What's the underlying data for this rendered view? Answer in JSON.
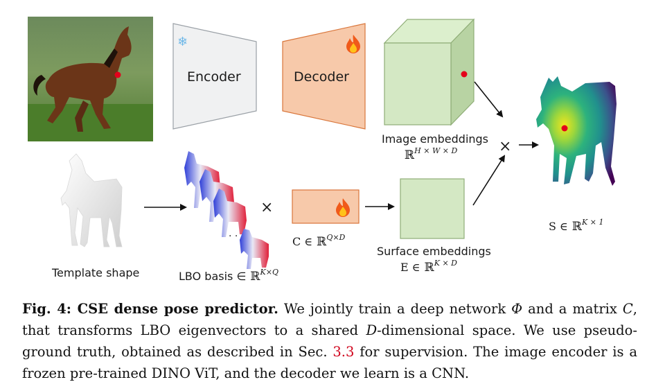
{
  "figure": {
    "encoder_label": "Encoder",
    "decoder_label": "Decoder",
    "frozen_icon": "snowflake-icon",
    "trainable_icon": "fire-icon",
    "image_embeddings_label": "Image embeddings",
    "image_embeddings_dims": "H × W × D",
    "template_label": "Template shape",
    "lbo_label": "LBO basis ∈",
    "lbo_dims": "K×Q",
    "c_label": "C ∈",
    "c_dims": "Q×D",
    "surface_label": "Surface embeddings",
    "e_label": "E ∈",
    "e_dims": "K × D",
    "s_label": "S ∈",
    "s_dims": "K × 1",
    "reals": "ℝ",
    "times": "×",
    "colors": {
      "encoder_fill": "#f0f1f2",
      "decoder_fill": "#f7c9aa",
      "embedding_fill": "#d4e8c4",
      "embedding_stroke": "#8fad77",
      "point": "#e4001b"
    }
  },
  "caption": {
    "lead": "Fig. 4: CSE dense pose predictor.",
    "part1": " We jointly train a deep network ",
    "phi": "Φ",
    "part2": " and a matrix ",
    "c": "C",
    "part3": ", that transforms LBO eigenvectors to a shared ",
    "d": "D",
    "part4": "-dimensional space. We use pseudo-ground truth, obtained as described in Sec. ",
    "ref": "3.3",
    "part5": " for supervision. The image encoder is a frozen pre-trained DINO ViT, and the decoder we learn is a CNN."
  }
}
